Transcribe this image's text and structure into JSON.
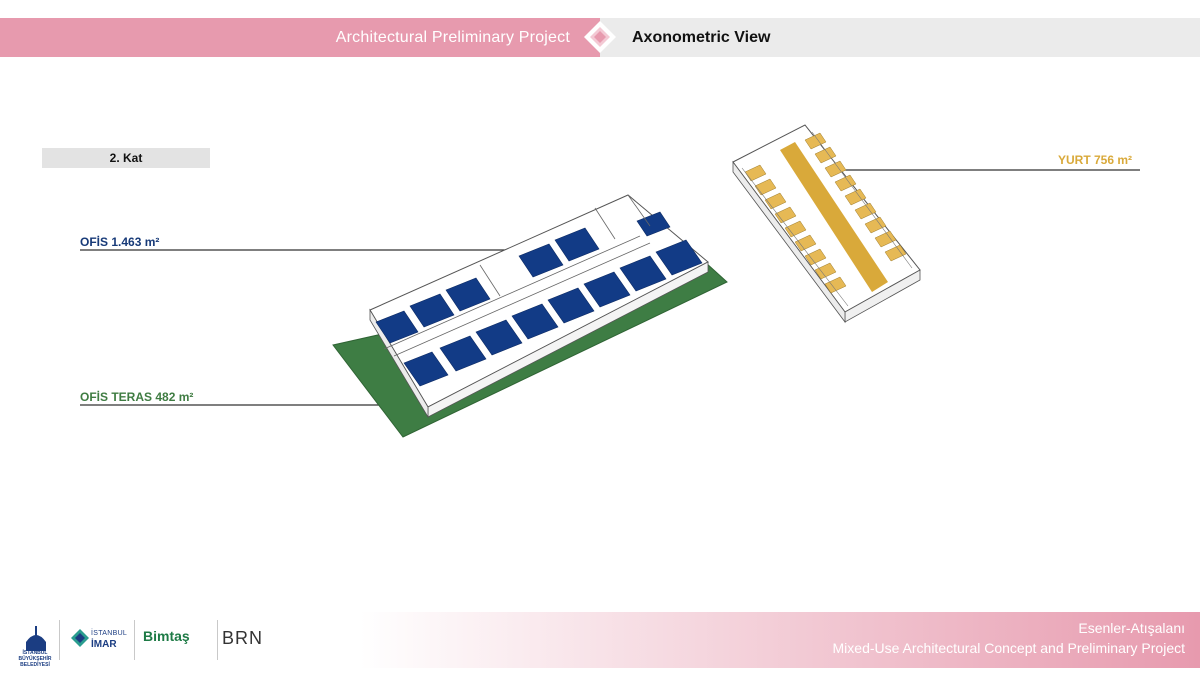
{
  "header": {
    "left_title": "Architectural Preliminary Project",
    "right_title": "Axonometric View"
  },
  "floor_label": "2. Kat",
  "labels": {
    "ofis": "OFİS 1.463 m²",
    "teras": "OFİS TERAS 482 m²",
    "yurt": "YURT 756 m²"
  },
  "colors": {
    "ofis": "#173a78",
    "teras": "#3f7c42",
    "yurt": "#d9a93a",
    "accent_pink": "#e79aae"
  },
  "footer": {
    "line1": "Esenler-Atışalanı",
    "line2": "Mixed-Use Architectural Concept and Preliminary Project"
  },
  "logos": {
    "ibb_text": "İSTANBUL BÜYÜKŞEHİR BELEDİYESİ",
    "imar_line1": "İSTANBUL",
    "imar_line2": "İMAR",
    "bimtas": "Bimtaş",
    "brn": "BRN"
  }
}
